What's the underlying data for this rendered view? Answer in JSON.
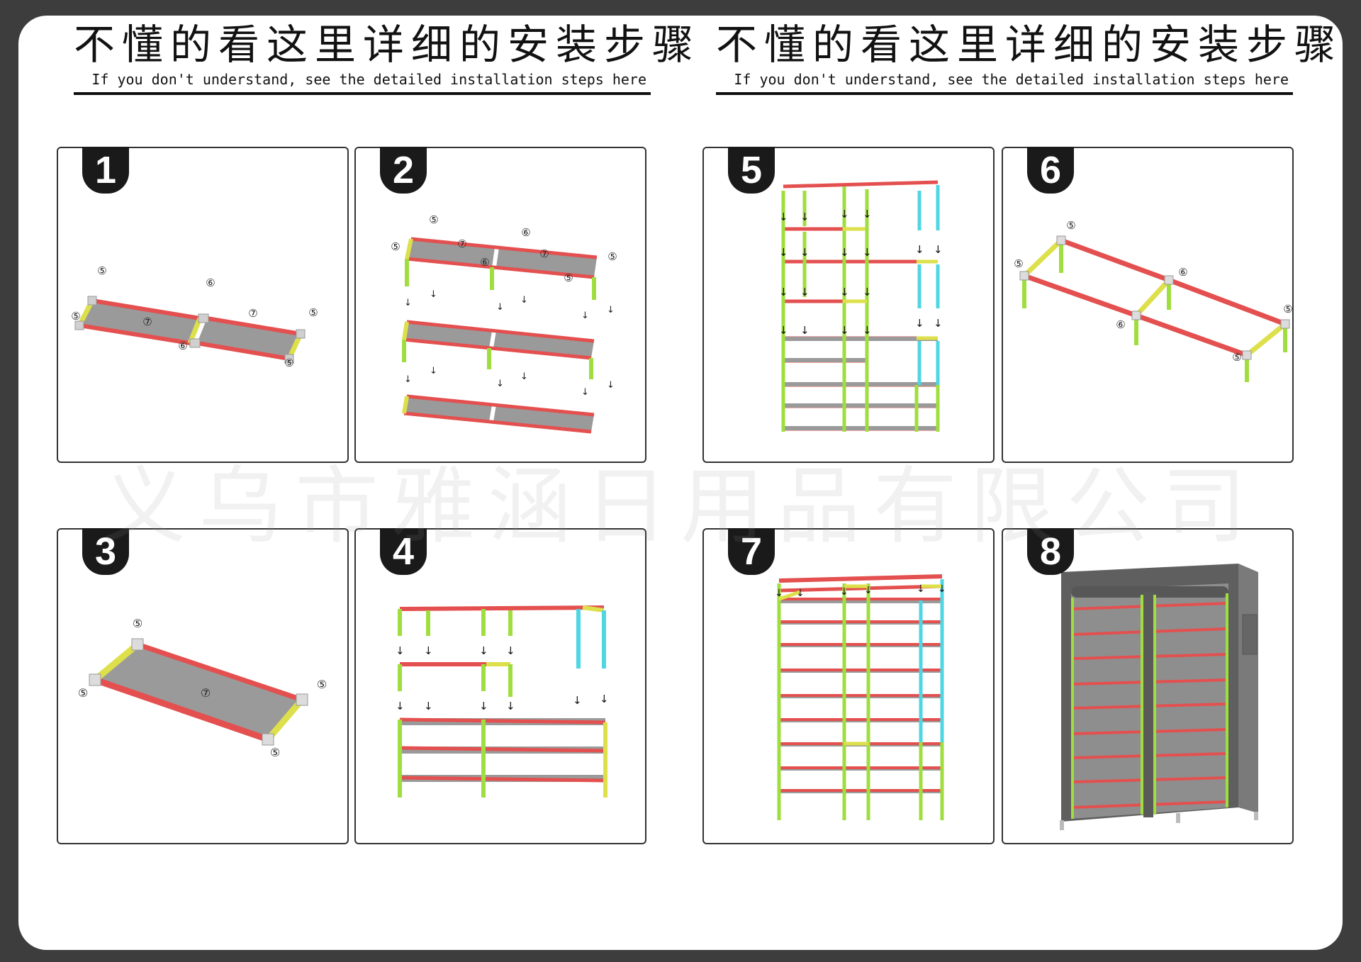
{
  "header": {
    "left": {
      "title": "不懂的看这里详细的安装步骤",
      "subtitle": "If you don't understand, see the detailed installation steps here"
    },
    "right": {
      "title": "不懂的看这里详细的安装步骤",
      "subtitle": "If you don't understand, see the detailed installation steps here"
    }
  },
  "watermark": "义乌市雅涵日用品有限公司",
  "steps": [
    {
      "number": "1"
    },
    {
      "number": "2"
    },
    {
      "number": "3"
    },
    {
      "number": "4"
    },
    {
      "number": "5"
    },
    {
      "number": "6"
    },
    {
      "number": "7"
    },
    {
      "number": "8"
    }
  ],
  "part_labels": {
    "corner_connector": "⑤",
    "middle_connector": "⑥",
    "shelf_cloth": "⑦"
  },
  "colors": {
    "frame": "#ffffff",
    "background": "#3d3d3d",
    "red_tube": "#e3504f",
    "yellow_tube": "#dde04a",
    "green_tube": "#9fde3e",
    "cyan_tube": "#4fd6e3",
    "shelf_cloth": "#9a9a9a",
    "cover": "#6b6b6b",
    "badge": "#1a1a1a"
  }
}
